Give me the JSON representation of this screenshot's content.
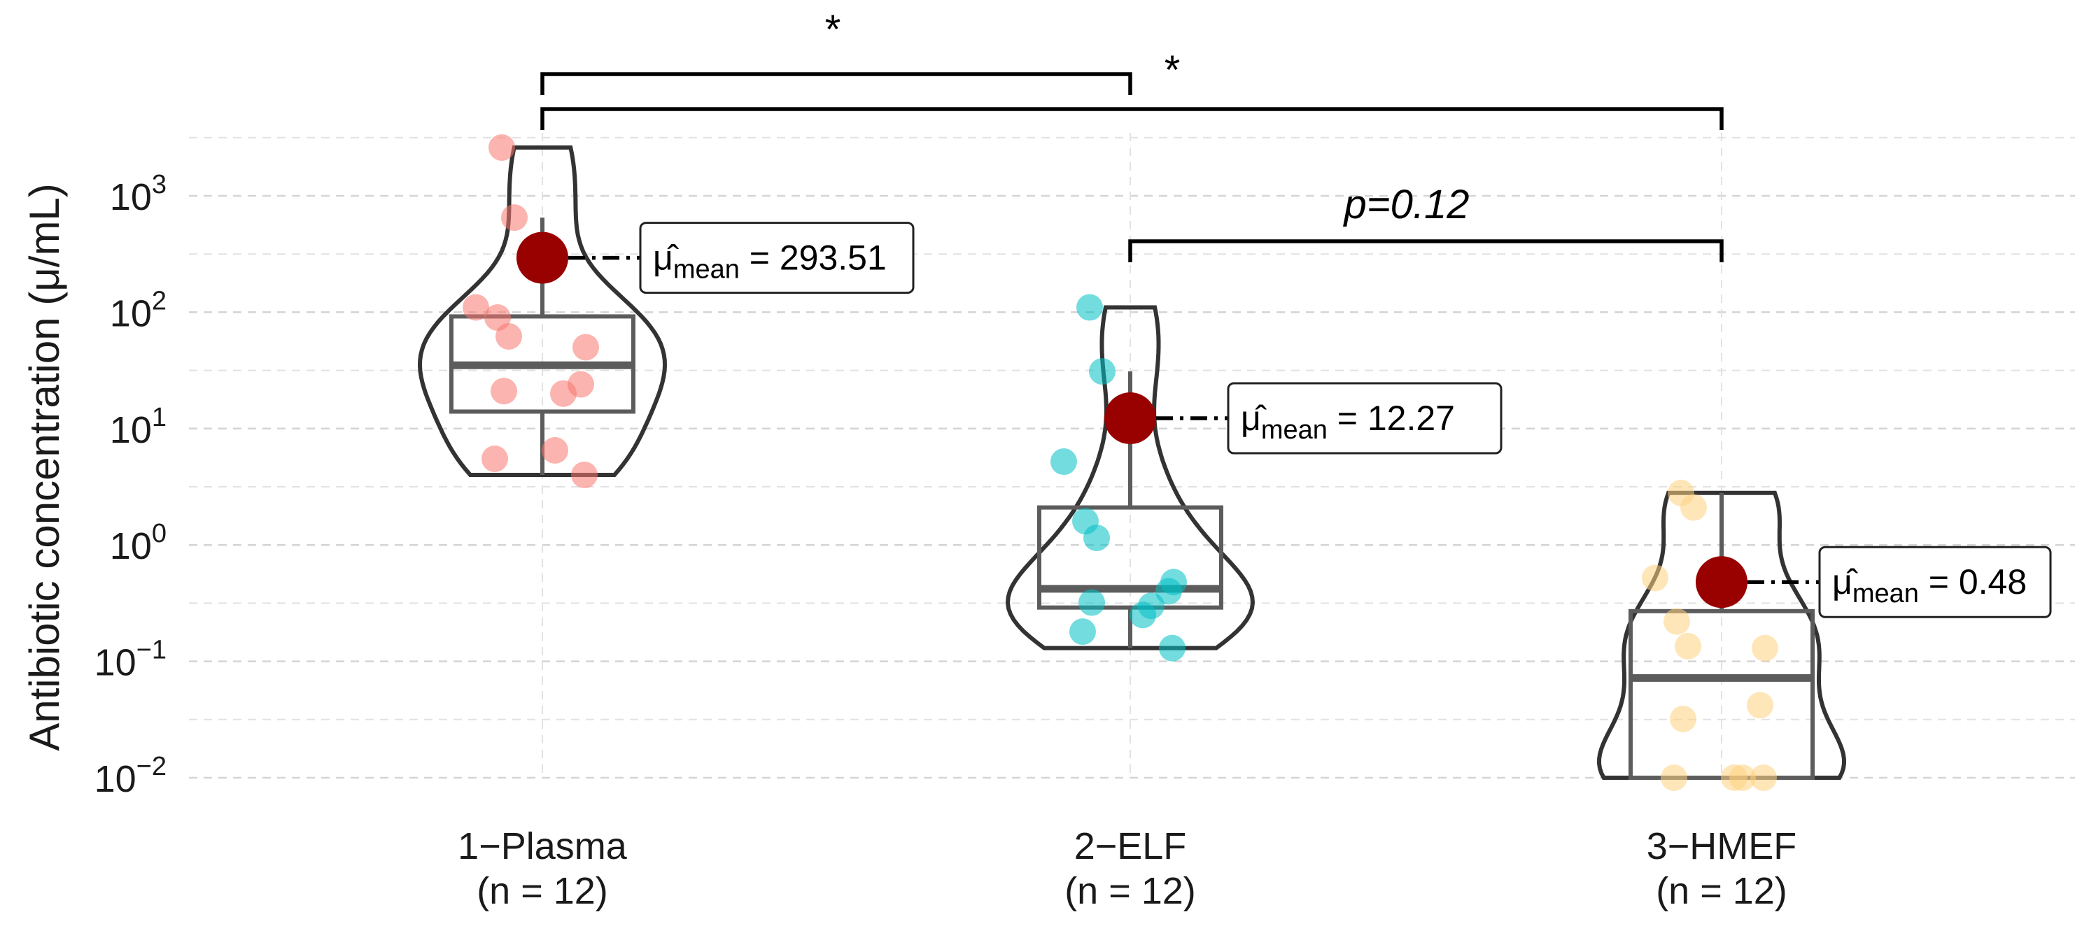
{
  "chart_data": {
    "type": "violin",
    "ylabel": "Antibiotic concentration (μ/mL)",
    "yscale": "log10",
    "ylim": [
      0.01,
      3000
    ],
    "yticks": [
      {
        "value": 0.01,
        "base": "10",
        "exp": "−2"
      },
      {
        "value": 0.1,
        "base": "10",
        "exp": "−1"
      },
      {
        "value": 1,
        "base": "10",
        "exp": "0"
      },
      {
        "value": 10,
        "base": "10",
        "exp": "1"
      },
      {
        "value": 100,
        "base": "10",
        "exp": "2"
      },
      {
        "value": 1000,
        "base": "10",
        "exp": "3"
      }
    ],
    "grid": true,
    "mean_label_prefix": "μ̂",
    "mean_label_sub": "mean",
    "groups": [
      {
        "label": "1−Plasma",
        "n_label": "(n = 12)",
        "color": "#F8766D",
        "points": [
          2600,
          650,
          110,
          90,
          62,
          50,
          24,
          21,
          20,
          6.5,
          5.5,
          4
        ],
        "box": {
          "q1": 14,
          "median": 35,
          "q3": 92,
          "whisker_low": 4,
          "whisker_high": 650
        },
        "violin_range": [
          4,
          2600
        ],
        "mean": 293.51,
        "mean_text": "293.51"
      },
      {
        "label": "2−ELF",
        "n_label": "(n = 12)",
        "color": "#00BFC4",
        "points": [
          110,
          31,
          5.2,
          1.6,
          1.15,
          0.48,
          0.4,
          0.32,
          0.3,
          0.25,
          0.18,
          0.13
        ],
        "box": {
          "q1": 0.29,
          "median": 0.42,
          "q3": 2.1,
          "whisker_low": 0.13,
          "whisker_high": 31
        },
        "violin_range": [
          0.13,
          110
        ],
        "mean": 12.27,
        "mean_text": "12.27"
      },
      {
        "label": "3−HMEF",
        "n_label": "(n = 12)",
        "color": "#FFD27F",
        "points": [
          2.8,
          2.1,
          0.52,
          0.22,
          0.135,
          0.13,
          0.042,
          0.032,
          0.01,
          0.01,
          0.01,
          0.01
        ],
        "box": {
          "q1": 0.01,
          "median": 0.072,
          "q3": 0.27,
          "whisker_low": 0.01,
          "whisker_high": 2.8
        },
        "violin_range": [
          0.01,
          2.8
        ],
        "mean": 0.48,
        "mean_text": "0.48"
      }
    ],
    "comparisons": [
      {
        "from": 0,
        "to": 1,
        "label": "*"
      },
      {
        "from": 0,
        "to": 2,
        "label": "*"
      },
      {
        "from": 1,
        "to": 2,
        "label": "p=0.12"
      }
    ]
  }
}
